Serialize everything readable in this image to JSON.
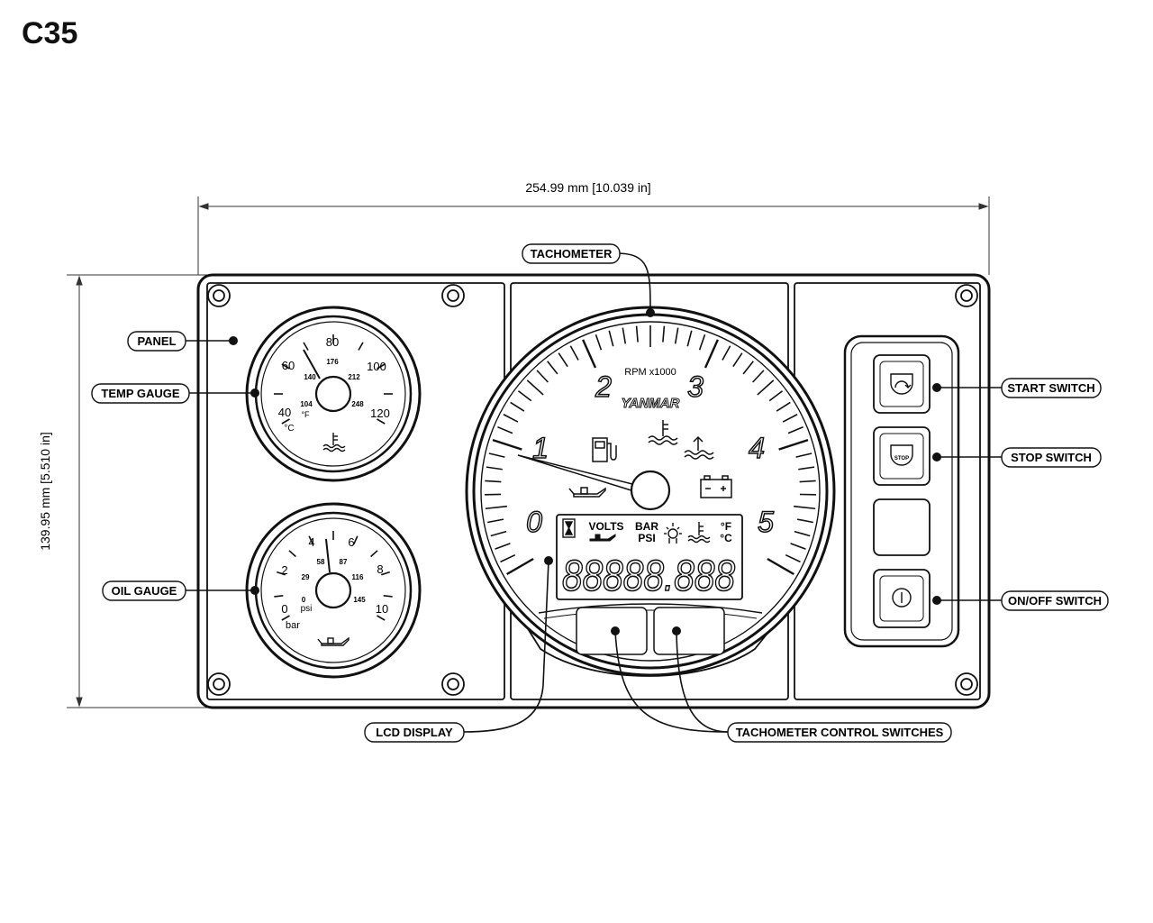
{
  "title": "C35",
  "dimensions": {
    "width": "254.99 mm [10.039 in]",
    "height": "139.95 mm [5.510 in]"
  },
  "callouts": {
    "panel": "PANEL",
    "temp_gauge": "TEMP GAUGE",
    "oil_gauge": "OIL GAUGE",
    "tachometer": "TACHOMETER",
    "lcd_display": "LCD DISPLAY",
    "tach_switches": "TACHOMETER CONTROL SWITCHES",
    "start_switch": "START SWITCH",
    "stop_switch": "STOP SWITCH",
    "onoff_switch": "ON/OFF SWITCH"
  },
  "temp_gauge": {
    "celsius_labels": [
      "40",
      "60",
      "80",
      "100",
      "120"
    ],
    "fahrenheit_labels": [
      "104",
      "140",
      "176",
      "212",
      "248"
    ],
    "unit_c": "°C",
    "unit_f": "°F"
  },
  "oil_gauge": {
    "bar_labels": [
      "0",
      "2",
      "4",
      "6",
      "8",
      "10"
    ],
    "psi_labels": [
      "0",
      "29",
      "58",
      "87",
      "116",
      "145"
    ],
    "unit_bar": "bar",
    "unit_psi": "psi"
  },
  "tachometer": {
    "numbers": [
      "0",
      "1",
      "2",
      "3",
      "4",
      "5"
    ],
    "rpm_label": "RPM x1000",
    "brand": "YANMAR",
    "lcd": {
      "volts": "VOLTS",
      "bar": "BAR",
      "psi": "PSI",
      "deg_f": "°F",
      "deg_c": "°C",
      "digits": "88888.888"
    }
  },
  "switches": {
    "stop_text": "STOP"
  },
  "icons": [
    "hourglass-icon",
    "oil-can-icon",
    "fuel-pump-icon",
    "coolant-temp-icon",
    "water-level-icon",
    "battery-icon",
    "glow-plug-icon",
    "start-key-icon",
    "stop-icon",
    "power-icon"
  ]
}
